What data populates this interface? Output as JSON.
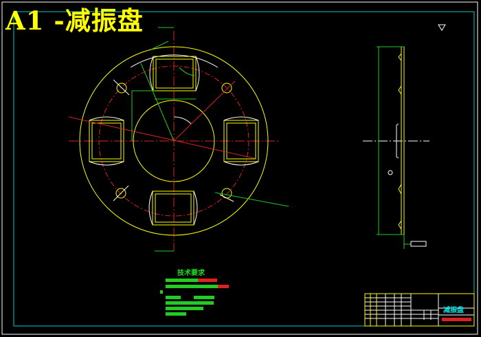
{
  "drawing": {
    "title": "A1 -减振盘",
    "technical_requirements_heading": "技术要求",
    "title_block_part_name": "减振盘"
  },
  "colors": {
    "background": "#000000",
    "part_outline": "#ffff00",
    "center_lines": "#dd2222",
    "dimensions": "#22cc22",
    "frame": "#00cccc",
    "hidden_arcs": "#ffffff"
  }
}
